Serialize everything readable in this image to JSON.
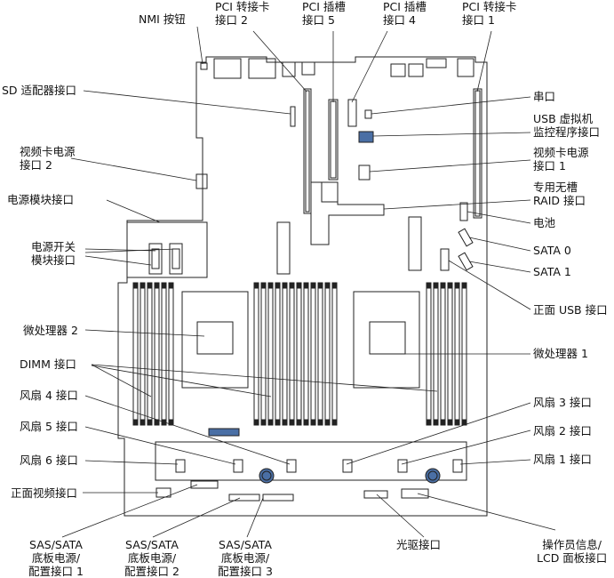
{
  "labels": {
    "nmi": "NMI 按钮",
    "pci_riser2": [
      "PCI 转接卡",
      "接口 2"
    ],
    "pci_slot5": [
      "PCI 插槽",
      "接口 5"
    ],
    "pci_slot4": [
      "PCI 插槽",
      "接口 4"
    ],
    "pci_riser1": [
      "PCI 转接卡",
      "接口 1"
    ],
    "sd_adapter": "SD 适配器接口",
    "serial": "串口",
    "usb_hypervisor": [
      "USB 虚拟机",
      "监控程序接口"
    ],
    "video_power2": [
      "视频卡电源",
      "接口 2"
    ],
    "video_power1": [
      "视频卡电源",
      "接口 1"
    ],
    "raid": [
      "专用无槽",
      "RAID 接口"
    ],
    "power_module": "电源模块接口",
    "battery": "电池",
    "power_switch": [
      "电源开关",
      "模块接口"
    ],
    "sata0": "SATA 0",
    "sata1": "SATA 1",
    "front_usb": "正面 USB 接口",
    "cpu2": "微处理器 2",
    "cpu1": "微处理器 1",
    "dimm": "DIMM 接口",
    "fan4": "风扇 4 接口",
    "fan3": "风扇 3 接口",
    "fan5": "风扇 5 接口",
    "fan2": "风扇 2 接口",
    "fan6": "风扇 6 接口",
    "fan1": "风扇 1 接口",
    "front_video": "正面视频接口",
    "sas1": [
      "SAS/SATA",
      "底板电源/",
      "配置接口 1"
    ],
    "sas2": [
      "SAS/SATA",
      "底板电源/",
      "配置接口 2"
    ],
    "sas3": [
      "SAS/SATA",
      "底板电源/",
      "配置接口 3"
    ],
    "optical": "光驱接口",
    "operator_info": [
      "操作员信息/",
      "LCD 面板接口"
    ]
  }
}
